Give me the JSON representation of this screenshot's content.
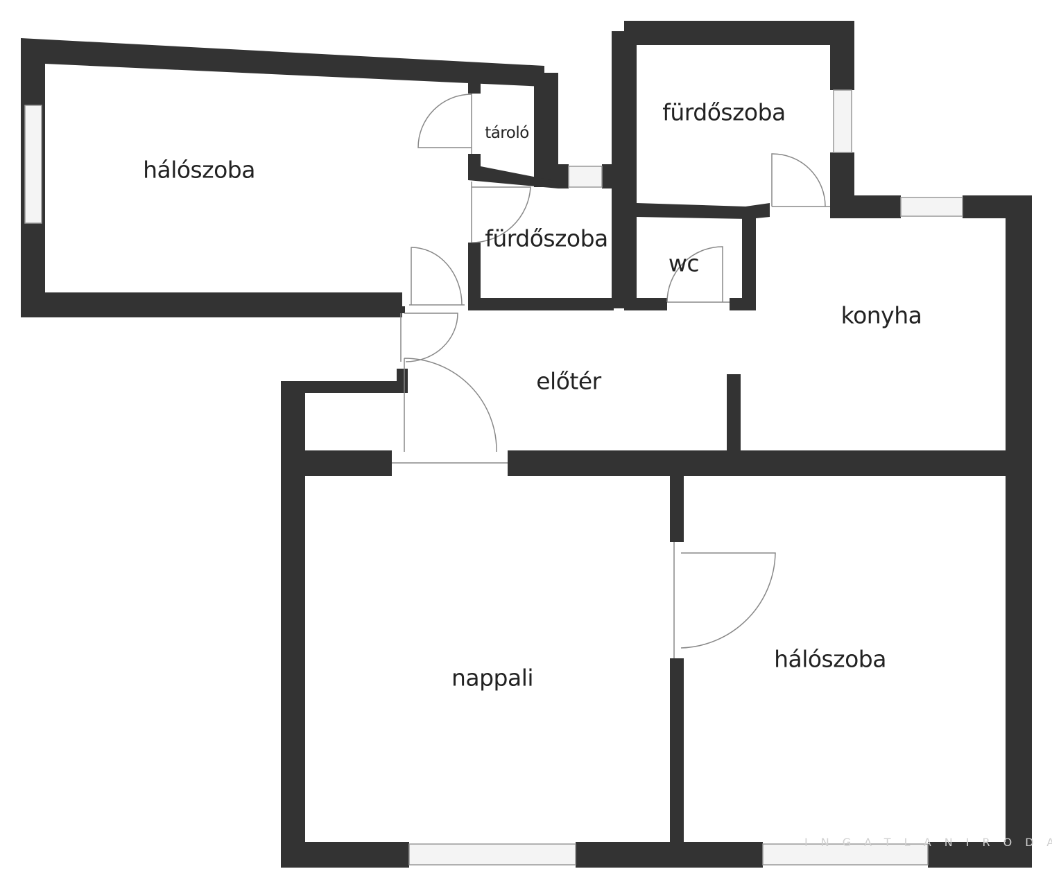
{
  "rooms": {
    "bedroom_top": "hálószoba",
    "storage": "tároló",
    "bathroom_small": "fürdőszoba",
    "bathroom_top": "fürdőszoba",
    "wc": "wc",
    "kitchen": "konyha",
    "hall": "előtér",
    "living": "nappali",
    "bedroom_bottom": "hálószoba"
  },
  "watermark": "INGATLANIRODA",
  "colors": {
    "wall": "#333333",
    "background": "#ffffff"
  }
}
